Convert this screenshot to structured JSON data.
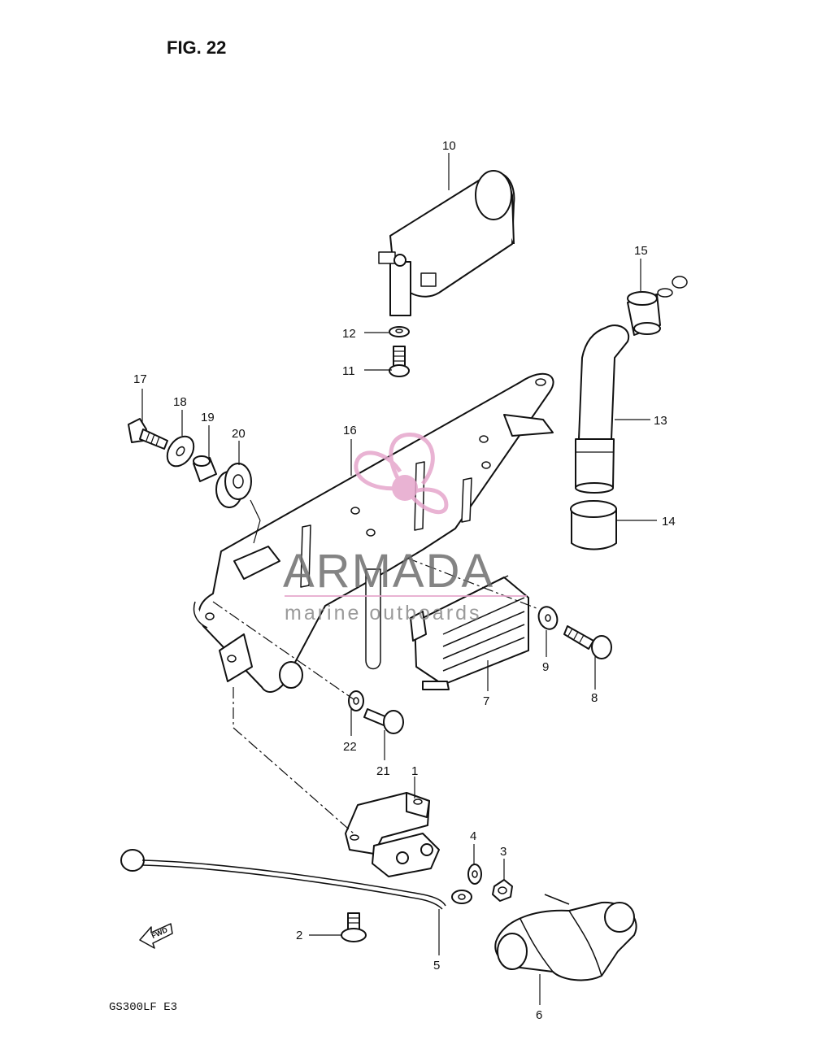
{
  "figure": {
    "title": "FIG. 22",
    "model_code": "GS300LF  E3",
    "direction_marker": "FWD"
  },
  "watermark": {
    "brand": "ARMADA",
    "tagline": "marine outboards",
    "accent_color": "#e6a6cc",
    "text_color": "#6f6f6f"
  },
  "callouts": [
    {
      "id": "callout-1",
      "number": "1",
      "part": "starter relay"
    },
    {
      "id": "callout-2",
      "number": "2",
      "part": "screw"
    },
    {
      "id": "callout-3",
      "number": "3",
      "part": "nut"
    },
    {
      "id": "callout-4",
      "number": "4",
      "part": "washer"
    },
    {
      "id": "callout-5",
      "number": "5",
      "part": "lead wire"
    },
    {
      "id": "callout-6",
      "number": "6",
      "part": "relay cover"
    },
    {
      "id": "callout-7",
      "number": "7",
      "part": "regulator/rectifier"
    },
    {
      "id": "callout-8",
      "number": "8",
      "part": "bolt"
    },
    {
      "id": "callout-9",
      "number": "9",
      "part": "washer"
    },
    {
      "id": "callout-10",
      "number": "10",
      "part": "ignition coil"
    },
    {
      "id": "callout-11",
      "number": "11",
      "part": "screw"
    },
    {
      "id": "callout-12",
      "number": "12",
      "part": "washer"
    },
    {
      "id": "callout-13",
      "number": "13",
      "part": "plug cap"
    },
    {
      "id": "callout-14",
      "number": "14",
      "part": "cap cover"
    },
    {
      "id": "callout-15",
      "number": "15",
      "part": "seal"
    },
    {
      "id": "callout-16",
      "number": "16",
      "part": "bracket"
    },
    {
      "id": "callout-17",
      "number": "17",
      "part": "bolt"
    },
    {
      "id": "callout-18",
      "number": "18",
      "part": "washer"
    },
    {
      "id": "callout-19",
      "number": "19",
      "part": "spacer"
    },
    {
      "id": "callout-20",
      "number": "20",
      "part": "cushion"
    },
    {
      "id": "callout-21",
      "number": "21",
      "part": "bolt"
    },
    {
      "id": "callout-22",
      "number": "22",
      "part": "washer"
    }
  ]
}
